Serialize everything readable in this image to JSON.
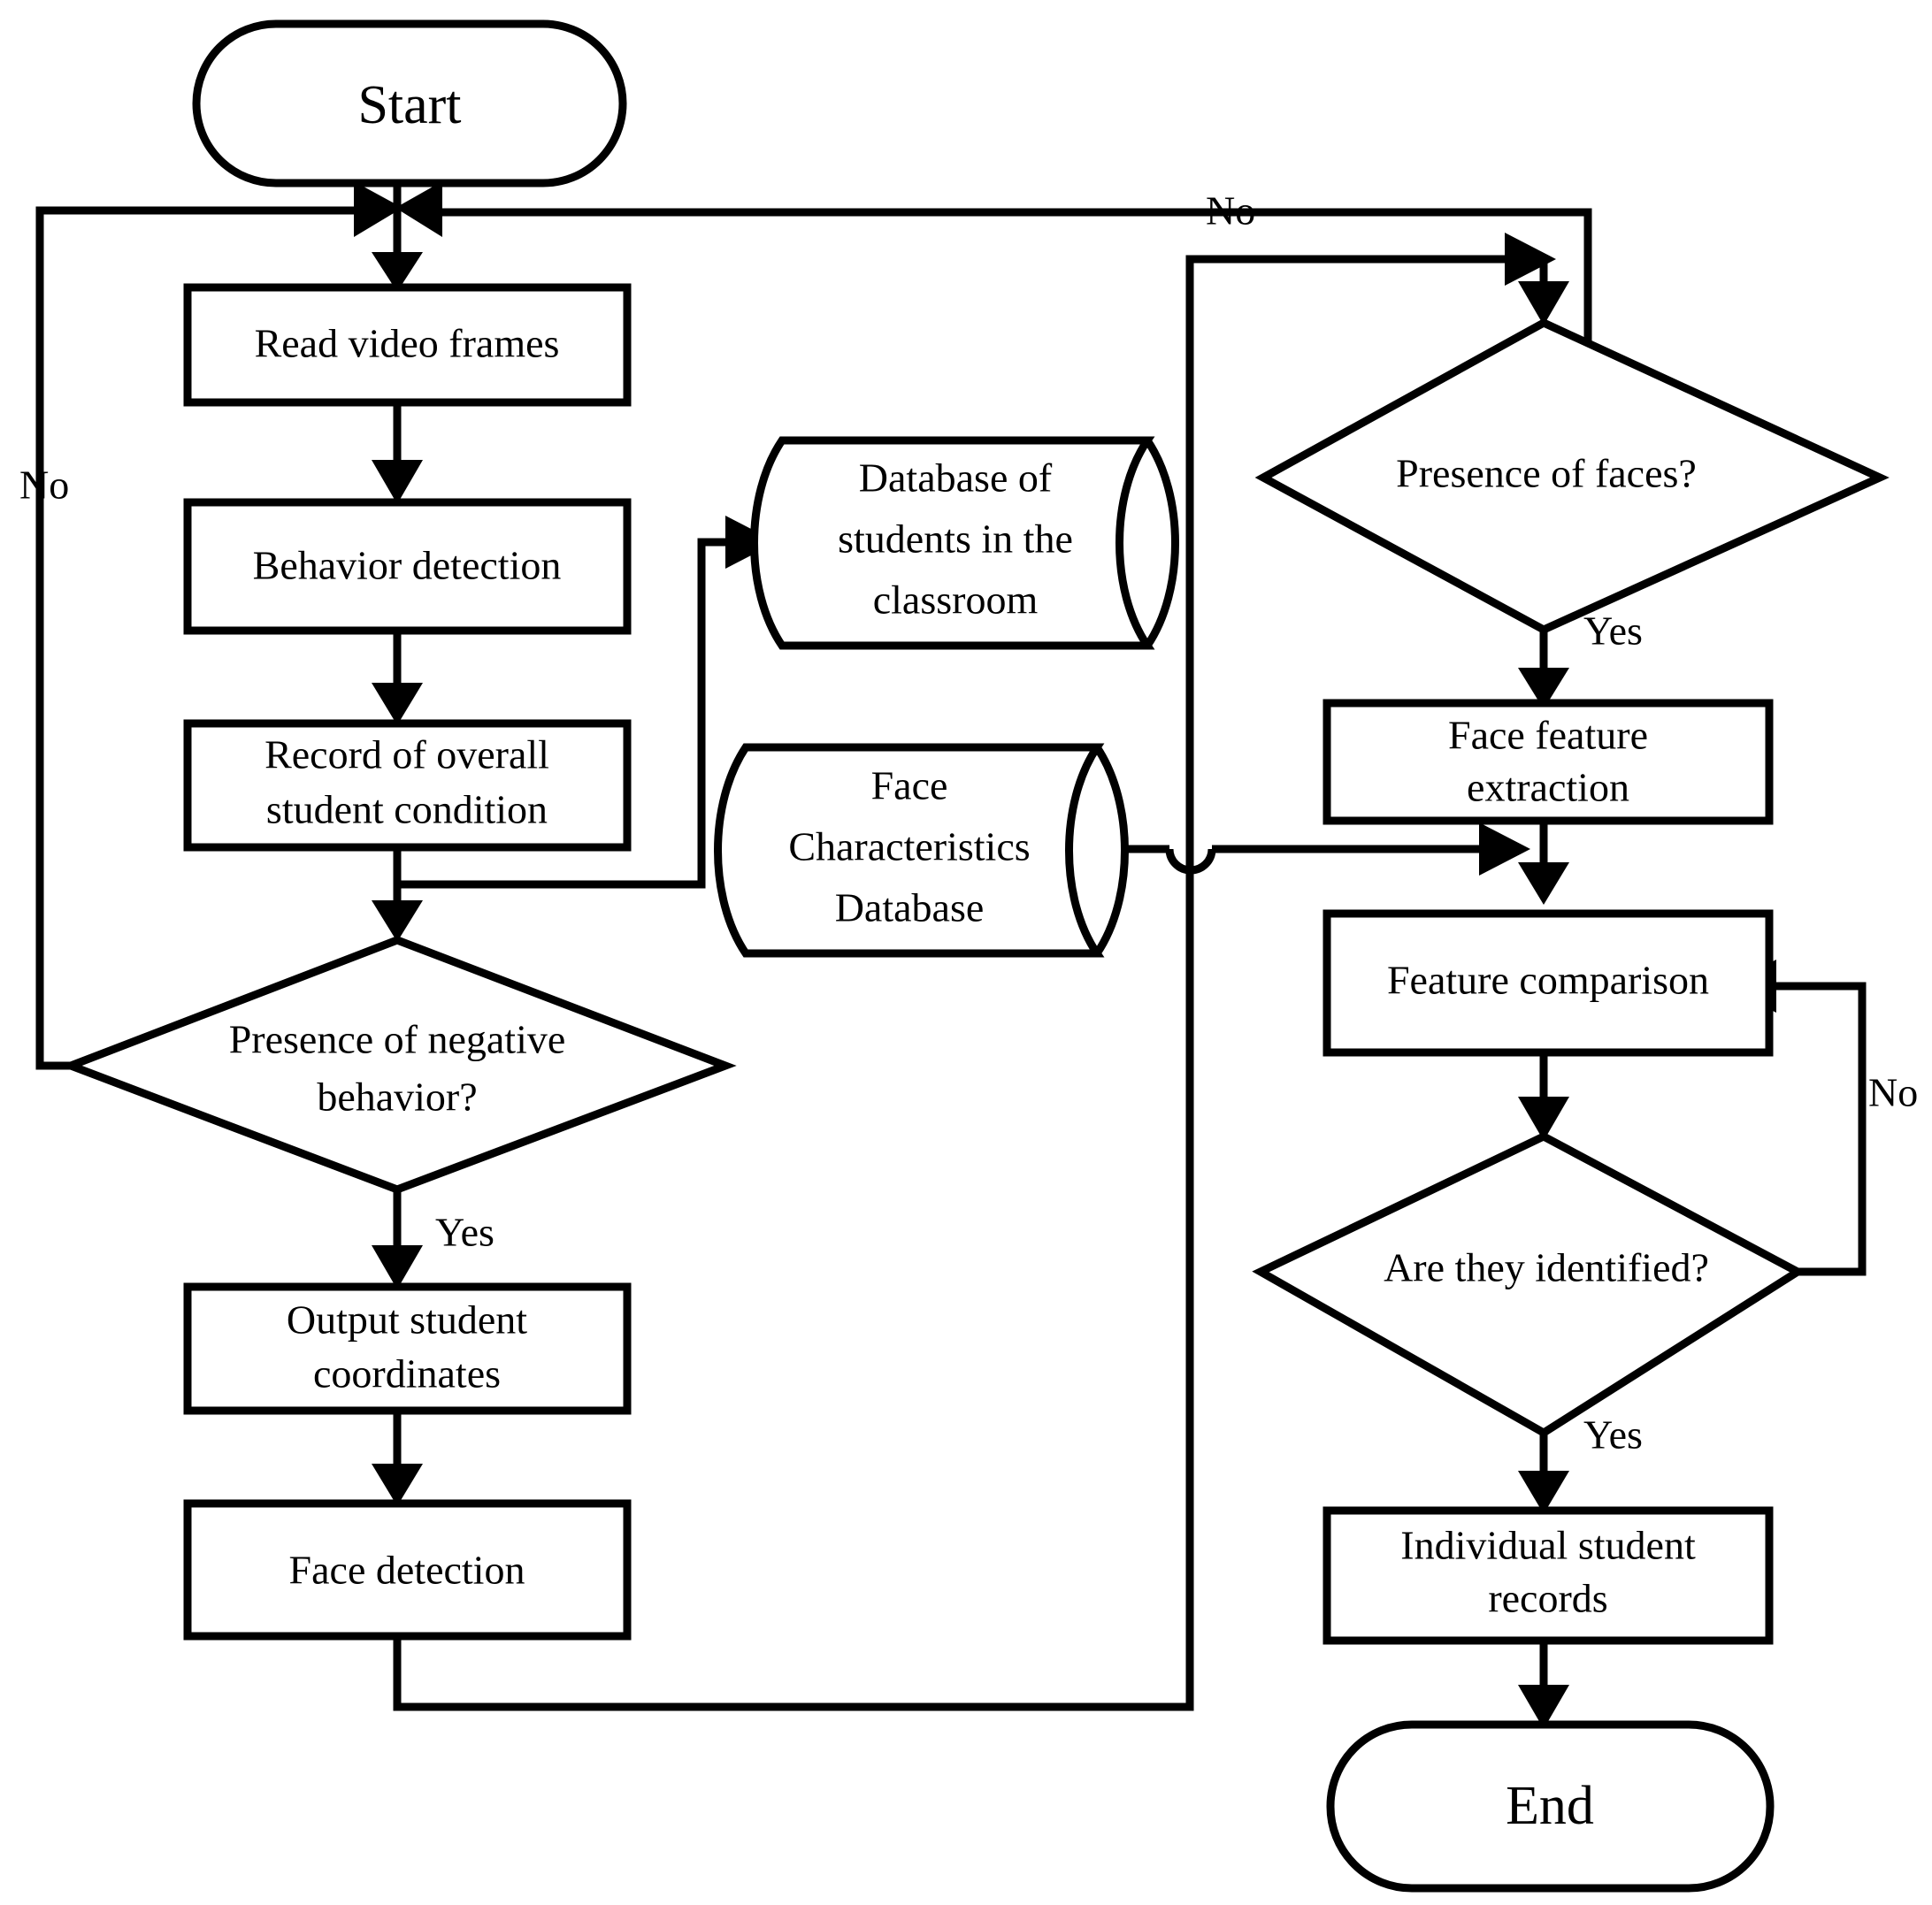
{
  "diagram": {
    "title": "Classroom student behavior and face recognition flowchart",
    "type": "flowchart",
    "stroke_color": "#000000",
    "fill_color": "#ffffff",
    "nodes": {
      "start": {
        "label": "Start",
        "shape": "terminator"
      },
      "read_frames": {
        "label": "Read video frames",
        "shape": "process"
      },
      "behavior": {
        "label": "Behavior detection",
        "shape": "process"
      },
      "record_l1": {
        "label": "Record of overall",
        "shape": "process"
      },
      "record_l2": {
        "label": "student condition",
        "shape": "process"
      },
      "db_students_l1": {
        "label": "Database of",
        "shape": "database"
      },
      "db_students_l2": {
        "label": "students in the",
        "shape": "database"
      },
      "db_students_l3": {
        "label": "classroom",
        "shape": "database"
      },
      "db_face_l1": {
        "label": "Face",
        "shape": "database"
      },
      "db_face_l2": {
        "label": "Characteristics",
        "shape": "database"
      },
      "db_face_l3": {
        "label": "Database",
        "shape": "database"
      },
      "neg_l1": {
        "label": "Presence of negative",
        "shape": "decision"
      },
      "neg_l2": {
        "label": "behavior?",
        "shape": "decision"
      },
      "out_coord_l1": {
        "label": "Output student",
        "shape": "process"
      },
      "out_coord_l2": {
        "label": "coordinates",
        "shape": "process"
      },
      "face_detect": {
        "label": "Face detection",
        "shape": "process"
      },
      "faces_q": {
        "label": "Presence of faces?",
        "shape": "decision"
      },
      "extract_l1": {
        "label": "Face feature",
        "shape": "process"
      },
      "extract_l2": {
        "label": "extraction",
        "shape": "process"
      },
      "compare": {
        "label": "Feature comparison",
        "shape": "process"
      },
      "identified_q": {
        "label": "Are they identified?",
        "shape": "decision"
      },
      "records_l1": {
        "label": "Individual student",
        "shape": "process"
      },
      "records_l2": {
        "label": "records",
        "shape": "process"
      },
      "end": {
        "label": "End",
        "shape": "terminator"
      }
    },
    "edge_labels": {
      "no_left": "No",
      "no_top_right": "No",
      "no_identify": "No",
      "yes_behavior": "Yes",
      "yes_faces": "Yes",
      "yes_identify": "Yes"
    }
  }
}
